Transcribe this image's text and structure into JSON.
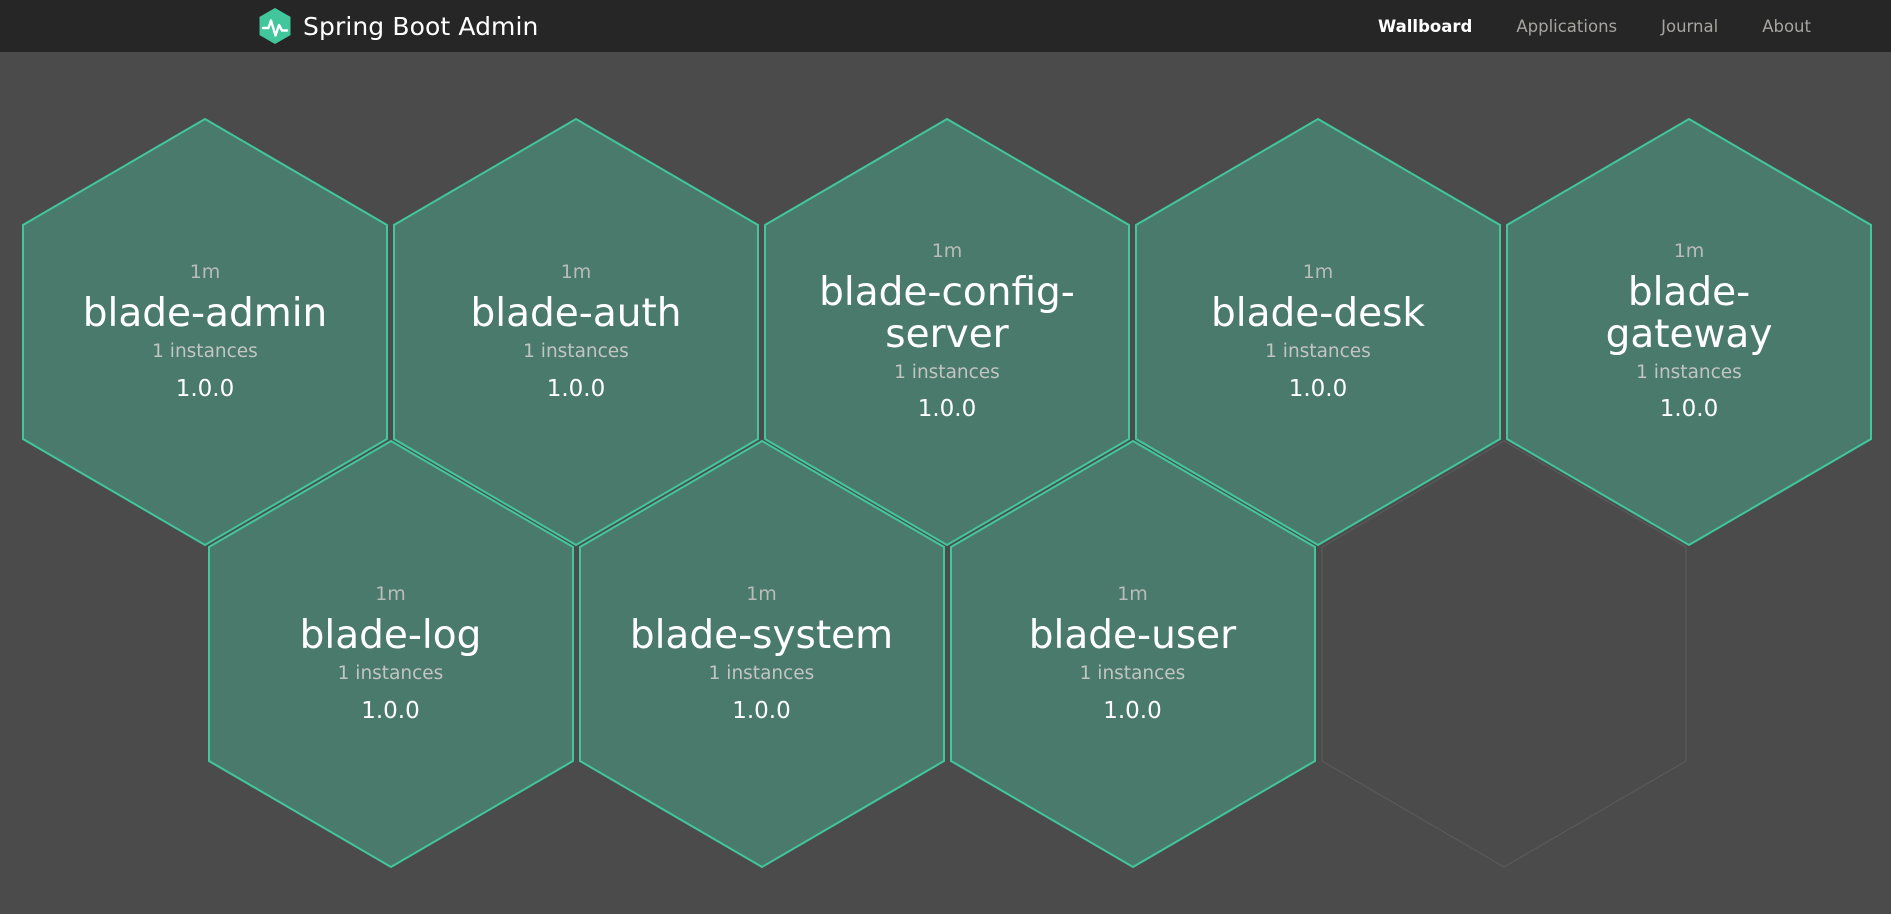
{
  "navbar": {
    "brand_title": "Spring Boot Admin",
    "brand_logo_icon": "heartbeat-hexagon-icon",
    "links": [
      {
        "label": "Wallboard",
        "active": true
      },
      {
        "label": "Applications",
        "active": false
      },
      {
        "label": "Journal",
        "active": false
      },
      {
        "label": "About",
        "active": false
      }
    ]
  },
  "colors": {
    "navbar_bg": "#262626",
    "page_bg": "#4b4b4b",
    "hex_fill_up": "#4a7a6c",
    "hex_border_up": "#42c69b",
    "hex_placeholder_border": "#585858",
    "brand_accent": "#42c69b",
    "text_primary": "#ffffff",
    "text_muted": "#b9bcb8"
  },
  "wallboard": {
    "applications": [
      {
        "name": "blade-admin",
        "uptime": "1m",
        "instances": "1 instances",
        "version": "1.0.0",
        "status": "UP",
        "row": 0,
        "col": 0
      },
      {
        "name": "blade-auth",
        "uptime": "1m",
        "instances": "1 instances",
        "version": "1.0.0",
        "status": "UP",
        "row": 0,
        "col": 1
      },
      {
        "name": "blade-config-server",
        "uptime": "1m",
        "instances": "1 instances",
        "version": "1.0.0",
        "status": "UP",
        "row": 0,
        "col": 2
      },
      {
        "name": "blade-desk",
        "uptime": "1m",
        "instances": "1 instances",
        "version": "1.0.0",
        "status": "UP",
        "row": 0,
        "col": 3
      },
      {
        "name": "blade-gateway",
        "uptime": "1m",
        "instances": "1 instances",
        "version": "1.0.0",
        "status": "UP",
        "row": 0,
        "col": 4
      },
      {
        "name": "blade-log",
        "uptime": "1m",
        "instances": "1 instances",
        "version": "1.0.0",
        "status": "UP",
        "row": 1,
        "col": 0
      },
      {
        "name": "blade-system",
        "uptime": "1m",
        "instances": "1 instances",
        "version": "1.0.0",
        "status": "UP",
        "row": 1,
        "col": 1
      },
      {
        "name": "blade-user",
        "uptime": "1m",
        "instances": "1 instances",
        "version": "1.0.0",
        "status": "UP",
        "row": 1,
        "col": 2
      }
    ],
    "placeholder_slots": [
      {
        "row": 1,
        "col": 3
      }
    ]
  }
}
